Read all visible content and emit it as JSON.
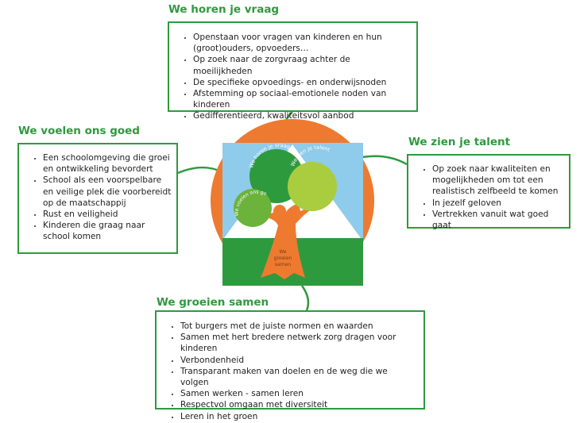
{
  "sections": {
    "top": {
      "heading": "We horen je vraag",
      "items": [
        "Openstaan voor vragen van kinderen en hun (groot)ouders, opvoeders…",
        "Op zoek naar de zorgvraag achter de moeilijkheden",
        "De specifieke opvoedings- en onderwijsnoden",
        "Afstemming op sociaal-emotionele noden van kinderen",
        "Gedifferentieerd, kwaliteitsvol aanbod"
      ]
    },
    "left": {
      "heading": "We voelen ons goed",
      "items": [
        "Een schoolomgeving die groei en ontwikkeling bevordert",
        "School als een voorspelbare en veilige plek die voorbereidt op de maatschappij",
        "Rust en veiligheid",
        "Kinderen die graag naar school komen"
      ]
    },
    "right": {
      "heading": "We zien je talent",
      "items": [
        "Op zoek naar kwaliteiten en mogelijkheden om tot een realistisch zelfbeeld te komen",
        "In jezelf geloven",
        "Vertrekken vanuit wat goed gaat"
      ]
    },
    "bottom": {
      "heading": "We groeien samen",
      "items": [
        "Tot burgers met de juiste normen en waarden",
        "Samen met hert bredere netwerk zorg dragen voor kinderen",
        "Verbondenheid",
        "Transparant maken van doelen en de weg die we volgen",
        "Samen werken - samen leren",
        "Respectvol omgaan met diversiteit",
        "Leren in het groen"
      ]
    }
  },
  "logo": {
    "crown_top": "We horen je vraag",
    "crown_left": "We voelen ons goed",
    "crown_right": "We zien je talent",
    "trunk_line1": "We",
    "trunk_line2": "groeien",
    "trunk_line3": "samen"
  },
  "colors": {
    "accent_green": "#2e9a3e",
    "orange": "#ee7a30",
    "sky_blue": "#8fcbea",
    "dark_green": "#2e9a3e",
    "mid_green": "#6bb33b",
    "light_green": "#a9cd3e"
  }
}
